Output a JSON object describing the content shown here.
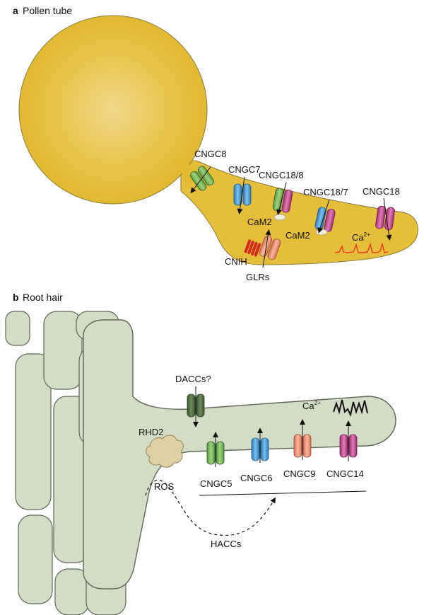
{
  "panel_a": {
    "letter": "a",
    "title": "Pollen tube",
    "labels": {
      "cngc8": "CNGC8",
      "cngc7": "CNGC7",
      "cngc18_8": "CNGC18/8",
      "cngc18_7": "CNGC18/7",
      "cngc18": "CNGC18",
      "cam2_a": "CaM2",
      "cam2_b": "CaM2",
      "cnih": "CNIH",
      "glrs": "GLRs",
      "ca_base": "Ca",
      "ca_sup": "2+"
    }
  },
  "panel_b": {
    "letter": "b",
    "title": "Root hair",
    "labels": {
      "daccs": "DACCs?",
      "rhd2": "RHD2",
      "ros": "ROS",
      "haccs": "HACCs",
      "cngc5": "CNGC5",
      "cngc6": "CNGC6",
      "cngc9": "CNGC9",
      "cngc14": "CNGC14",
      "ca_base": "Ca",
      "ca_sup": "2+"
    }
  },
  "colors": {
    "pollen": "#e6bf3a",
    "cell": "#d4dcc6",
    "green": "#74b45a",
    "dark_green": "#4c6b40",
    "blue": "#3d95d4",
    "magenta": "#c04a90",
    "salmon": "#ee9274",
    "cnih_red": "#d22a1e",
    "ca_trace_red": "#e83a1a"
  }
}
